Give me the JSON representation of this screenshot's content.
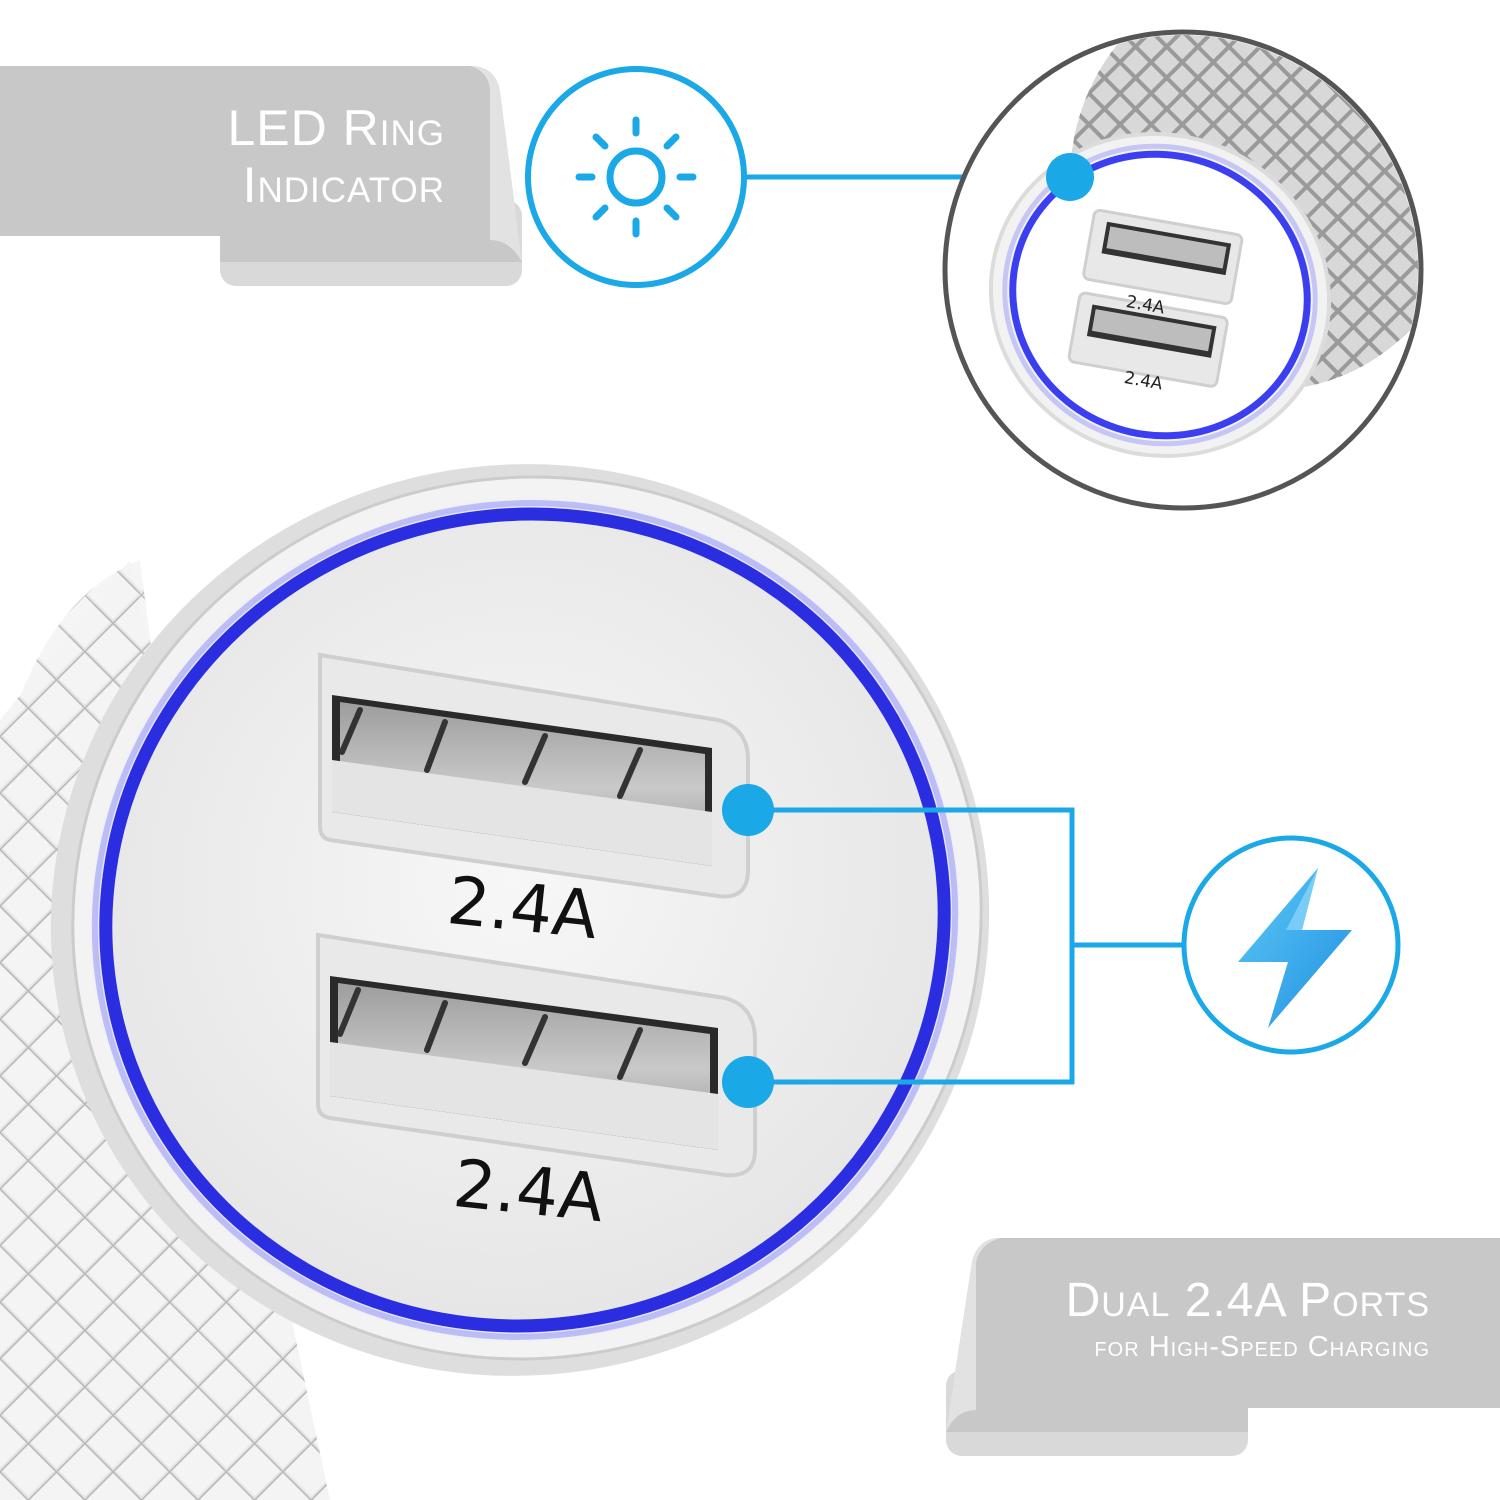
{
  "banners": {
    "led_ring": {
      "line1": "LED Ring",
      "line2": "Indicator"
    },
    "dual_ports": {
      "main": "Dual 2.4A Ports",
      "sub": "for High-Speed Charging"
    }
  },
  "ports": {
    "top_label": "2.4A",
    "bottom_label": "2.4A"
  },
  "inset": {
    "top_label": "2.4A",
    "bottom_label": "2.4A"
  },
  "icons": {
    "led_ring_icon": "sun-icon",
    "charging_icon": "lightning-bolt-icon"
  },
  "colors": {
    "accent": "#1aa8e6",
    "led_ring": "#2a2ee0",
    "banner_gray": "#c8c8c8",
    "banner_shadow": "#d9d9d9"
  }
}
